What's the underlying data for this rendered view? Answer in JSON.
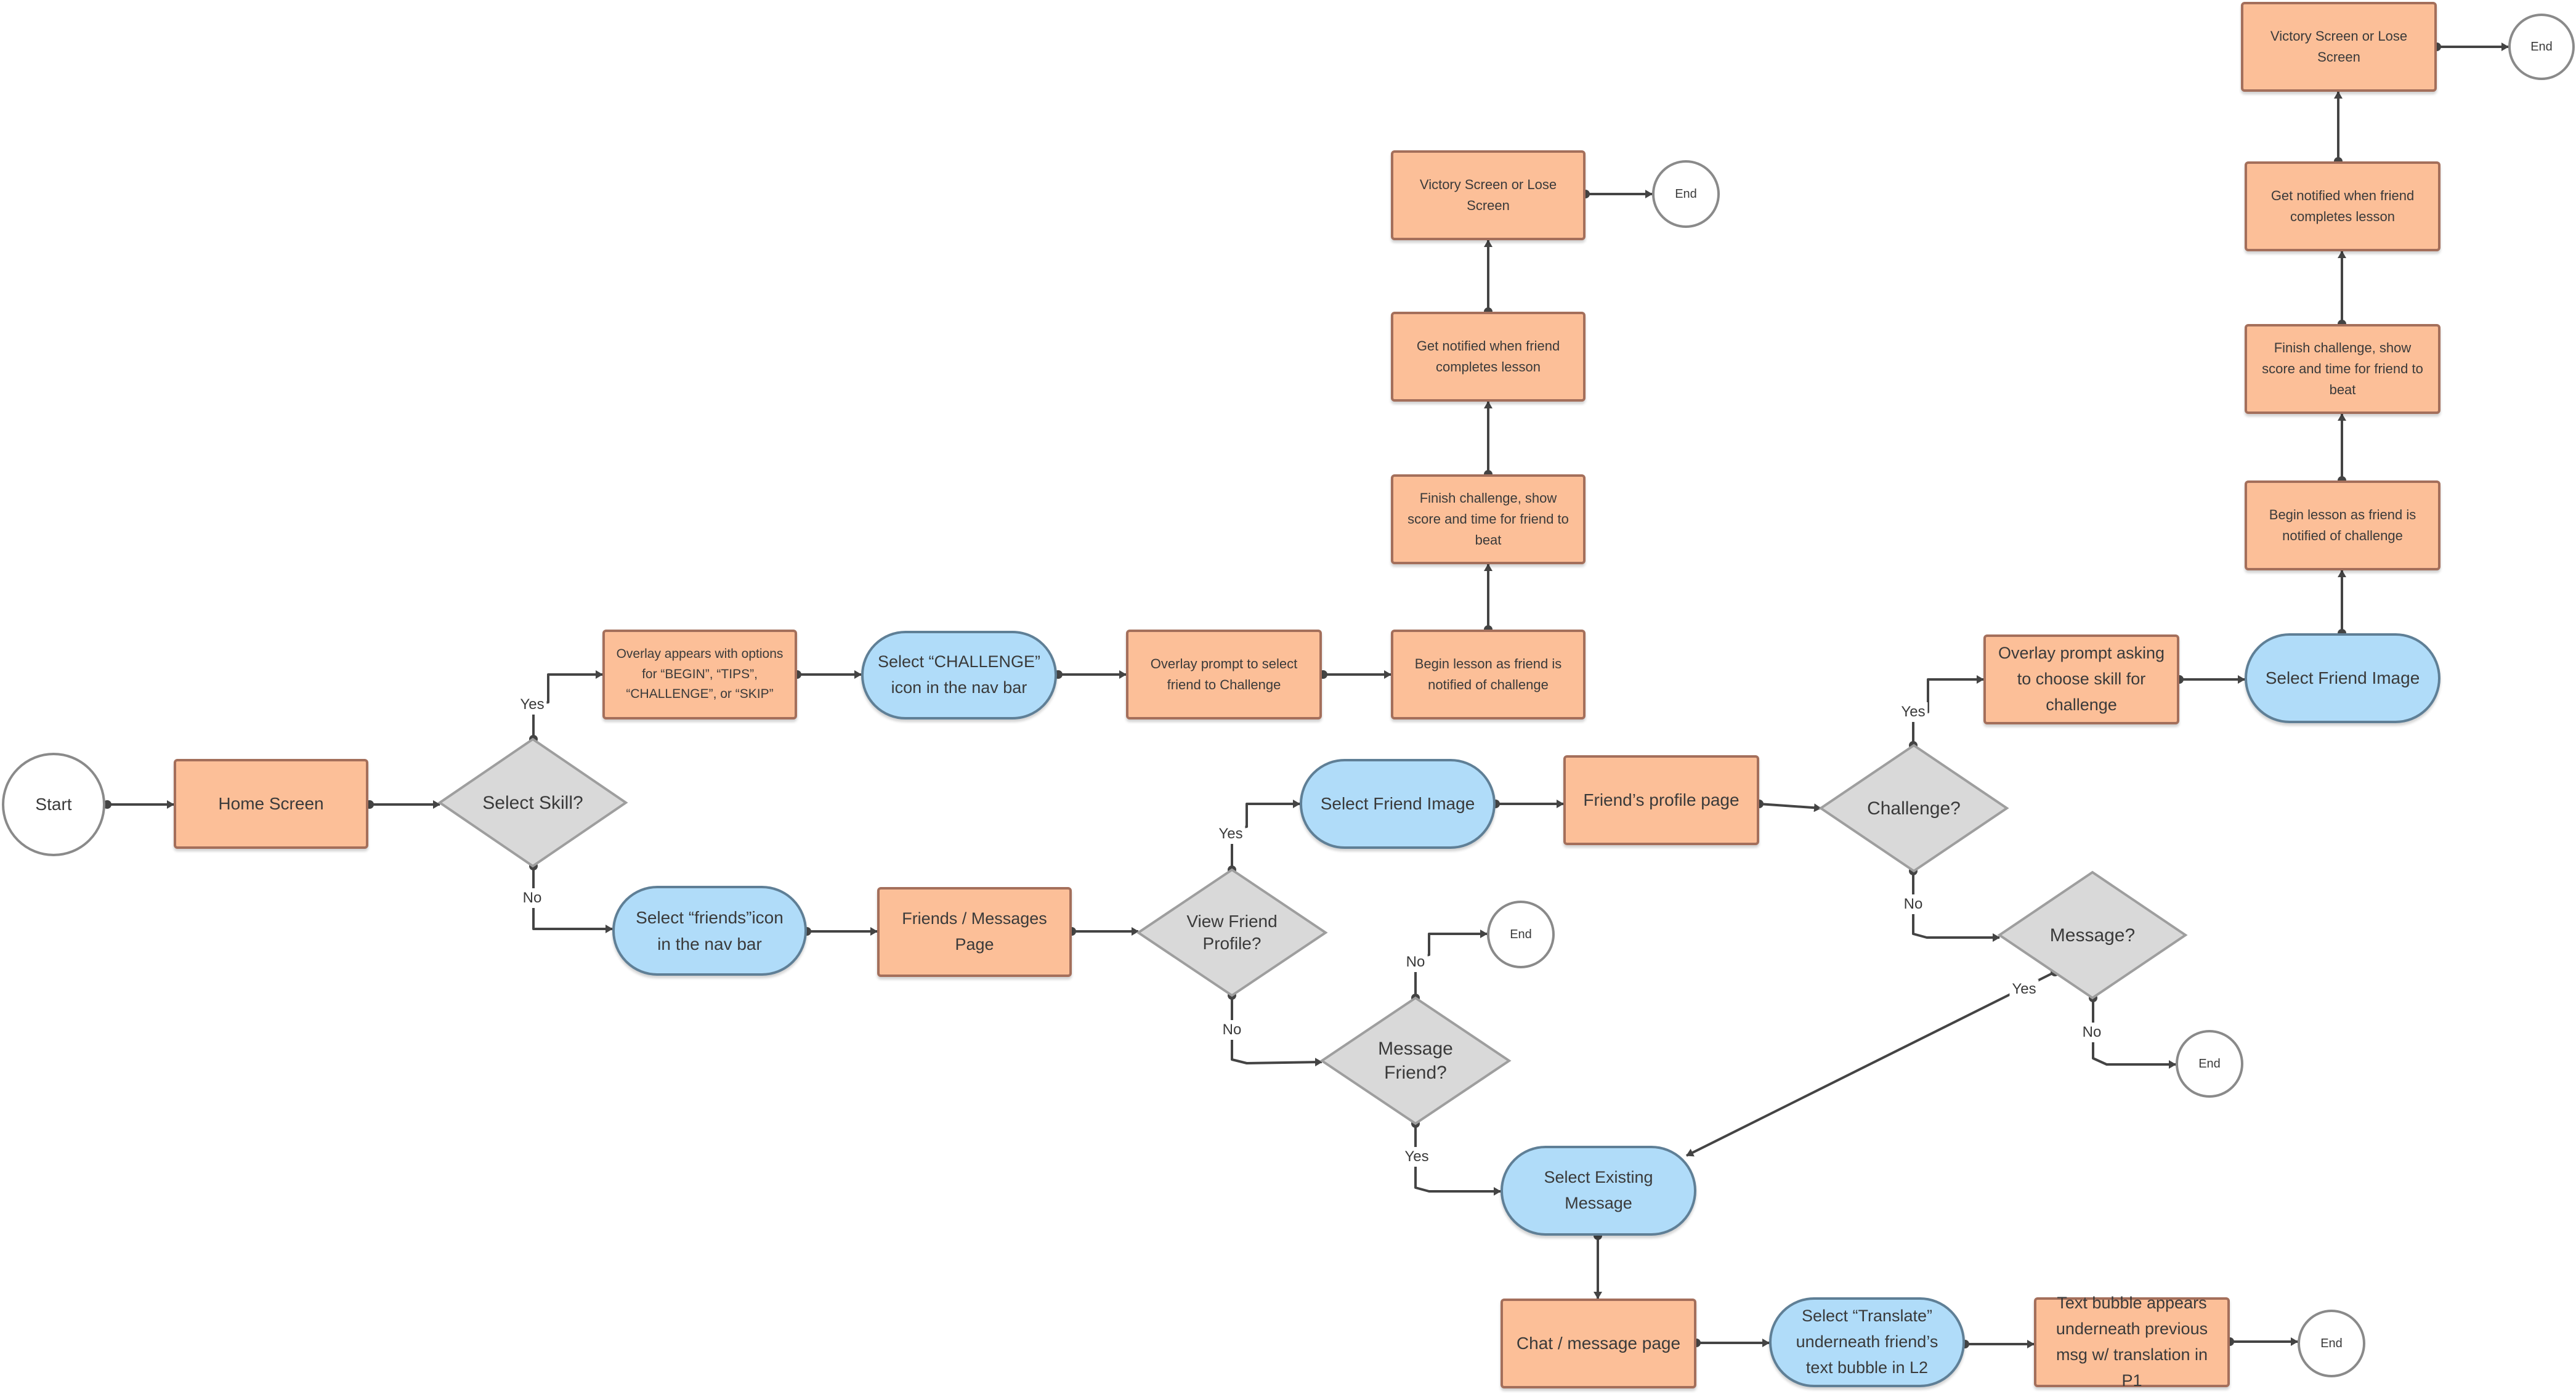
{
  "nodes": {
    "start": "Start",
    "home_screen": "Home Screen",
    "select_skill": "Select Skill?",
    "overlay_options": "Overlay appears with options for “BEGIN”, “TIPS”, “CHALLENGE”, or “SKIP”",
    "select_challenge_icon": "Select “CHALLENGE” icon in the nav bar",
    "overlay_select_friend": "Overlay prompt to select friend to Challenge",
    "begin_lesson_1": "Begin lesson as friend is notified of challenge",
    "finish_challenge_1": "Finish challenge, show score and time for friend to beat",
    "get_notified_1": "Get notified when friend completes lesson",
    "victory_1": "Victory Screen or Lose Screen",
    "end_1": "End",
    "select_friends_icon": "Select “friends”icon in the nav bar",
    "friends_messages_page": "Friends / Messages Page",
    "view_friend_profile": "View Friend Profile?",
    "select_friend_image_1": "Select Friend Image",
    "friends_profile_page": "Friend’s profile page",
    "challenge_q": "Challenge?",
    "overlay_choose_skill": "Overlay prompt asking to choose skill for challenge",
    "select_friend_image_2": "Select Friend Image",
    "begin_lesson_2": "Begin lesson as friend is notified of challenge",
    "finish_challenge_2": "Finish challenge, show score and time for friend to beat",
    "get_notified_2": "Get notified when friend completes lesson",
    "victory_2": "Victory Screen or Lose Screen",
    "end_2": "End",
    "message_q": "Message?",
    "end_3": "End",
    "message_friend_q": "Message Friend?",
    "end_4": "End",
    "select_existing_message": "Select Existing Message",
    "chat_page": "Chat / message page",
    "select_translate": "Select “Translate” underneath friend’s text bubble in L2",
    "text_bubble": "Text bubble appears underneath previous msg w/ translation in P1",
    "end_5": "End"
  },
  "edges": {
    "yes": "Yes",
    "no": "No"
  },
  "colors": {
    "process_fill": "#fcbf98",
    "process_border": "#a46f5b",
    "action_fill": "#b0dcf9",
    "action_border": "#5f7f96",
    "decision_fill": "#d9d9d9",
    "decision_border": "#9e9e9e",
    "connector": "#444444"
  }
}
